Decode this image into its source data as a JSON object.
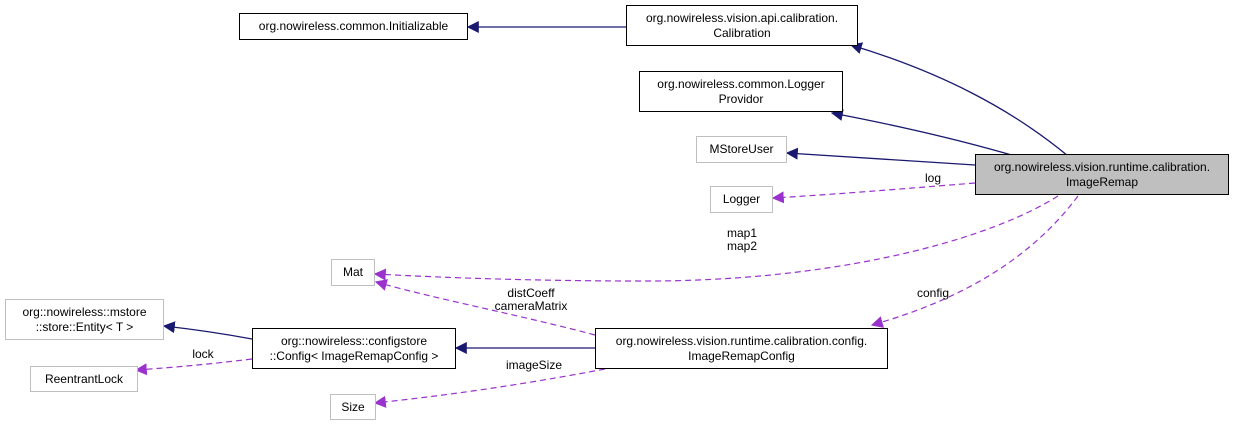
{
  "colors": {
    "inherit_edge": "#191970",
    "usage_edge": "#9a32cd",
    "focus_fill": "#bfbfbf",
    "grey_border": "#bfbfbf"
  },
  "nodes": {
    "initializable": {
      "lines": [
        "org.nowireless.common.Initializable"
      ]
    },
    "calibration": {
      "lines": [
        "org.nowireless.vision.api.calibration.",
        "Calibration"
      ]
    },
    "logger_providor": {
      "lines": [
        "org.nowireless.common.Logger",
        "Providor"
      ]
    },
    "mstore_user": {
      "lines": [
        "MStoreUser"
      ]
    },
    "image_remap": {
      "lines": [
        "org.nowireless.vision.runtime.calibration.",
        "ImageRemap"
      ]
    },
    "logger": {
      "lines": [
        "Logger"
      ]
    },
    "mat": {
      "lines": [
        "Mat"
      ]
    },
    "entity": {
      "lines": [
        "org::nowireless::mstore",
        "::store::Entity< T >"
      ]
    },
    "config": {
      "lines": [
        "org::nowireless::configstore",
        "::Config< ImageRemapConfig >"
      ]
    },
    "image_remap_config": {
      "lines": [
        "org.nowireless.vision.runtime.calibration.config.",
        "ImageRemapConfig"
      ]
    },
    "reentrant_lock": {
      "lines": [
        "ReentrantLock"
      ]
    },
    "size": {
      "lines": [
        "Size"
      ]
    }
  },
  "edges": {
    "log": {
      "lines": [
        "log"
      ]
    },
    "map": {
      "lines": [
        "map1",
        "map2"
      ]
    },
    "dist": {
      "lines": [
        "distCoeff",
        "cameraMatrix"
      ]
    },
    "config": {
      "lines": [
        "config"
      ]
    },
    "lock": {
      "lines": [
        "lock"
      ]
    },
    "image_size": {
      "lines": [
        "imageSize"
      ]
    }
  }
}
